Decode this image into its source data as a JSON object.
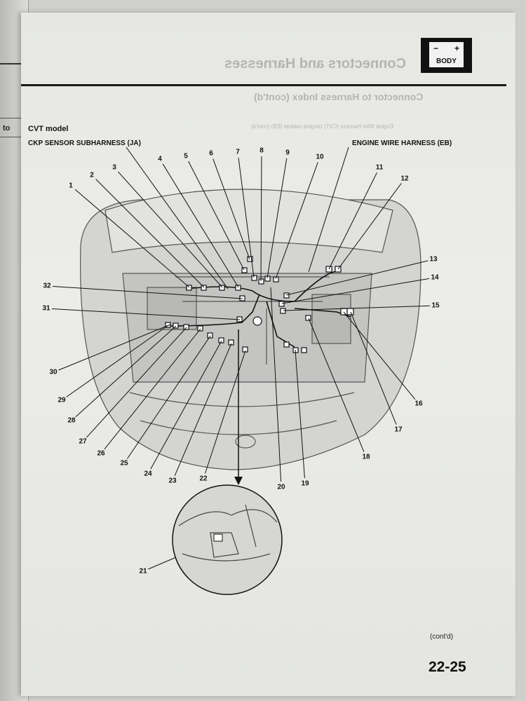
{
  "previous_page": {
    "tab_text": "to"
  },
  "section_badge": {
    "minus": "−",
    "plus": "+",
    "label": "BODY"
  },
  "bleed_through": {
    "title": "Connectors and Harnesses",
    "subtitle": "Connector to Harness Index (cont'd)",
    "table_caption": "Engine Wire Harness (CVT) (engine cabinet (EB) (cont'd)"
  },
  "diagram": {
    "model": "CVT model",
    "harness_left": "CKP SENSOR SUBHARNESS (JA)",
    "harness_right": "ENGINE WIRE HARNESS (EB)",
    "callouts": [
      "1",
      "2",
      "3",
      "4",
      "5",
      "6",
      "7",
      "8",
      "9",
      "10",
      "11",
      "12",
      "13",
      "14",
      "15",
      "16",
      "17",
      "18",
      "19",
      "20",
      "21",
      "22",
      "23",
      "24",
      "25",
      "26",
      "27",
      "28",
      "29",
      "30",
      "31",
      "32"
    ]
  },
  "footer": {
    "continued": "(cont'd)",
    "page_number": "22-25"
  }
}
